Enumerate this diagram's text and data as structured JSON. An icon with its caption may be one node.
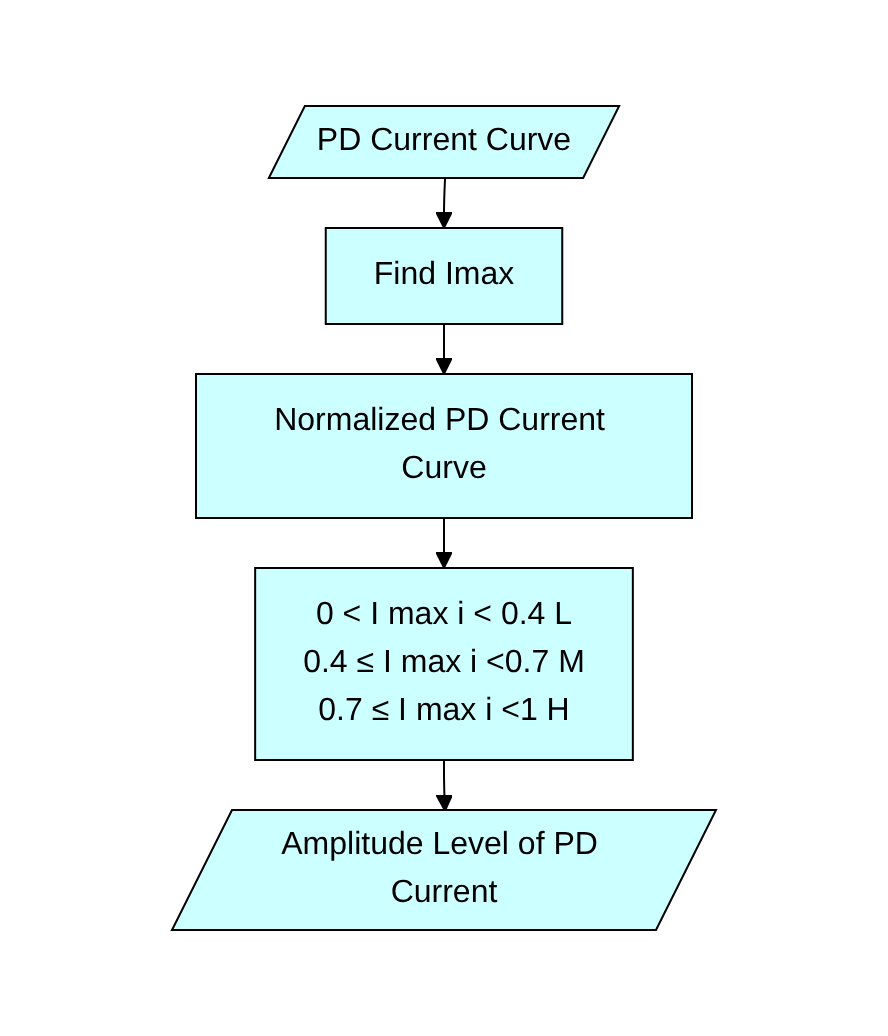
{
  "diagram": {
    "nodes": [
      {
        "text": [
          "PD Current Curve"
        ]
      },
      {
        "text": [
          "Find Imax"
        ]
      },
      {
        "text": [
          "Normalized PD Current Curve"
        ]
      },
      {
        "text": [
          "0 < I max i < 0.4   L",
          "0.4 ≤ I max i <0.7   M",
          "0.7 ≤ I max i <1   H"
        ]
      },
      {
        "text": [
          "Amplitude Level of PD Current"
        ]
      }
    ],
    "edges": [
      {
        "from": 0,
        "to": 1,
        "arrow": "to"
      },
      {
        "from": 1,
        "to": 2,
        "arrow": "to"
      },
      {
        "from": 2,
        "to": 3,
        "arrow": "to"
      },
      {
        "from": 3,
        "to": 4,
        "arrow": "to"
      }
    ]
  }
}
